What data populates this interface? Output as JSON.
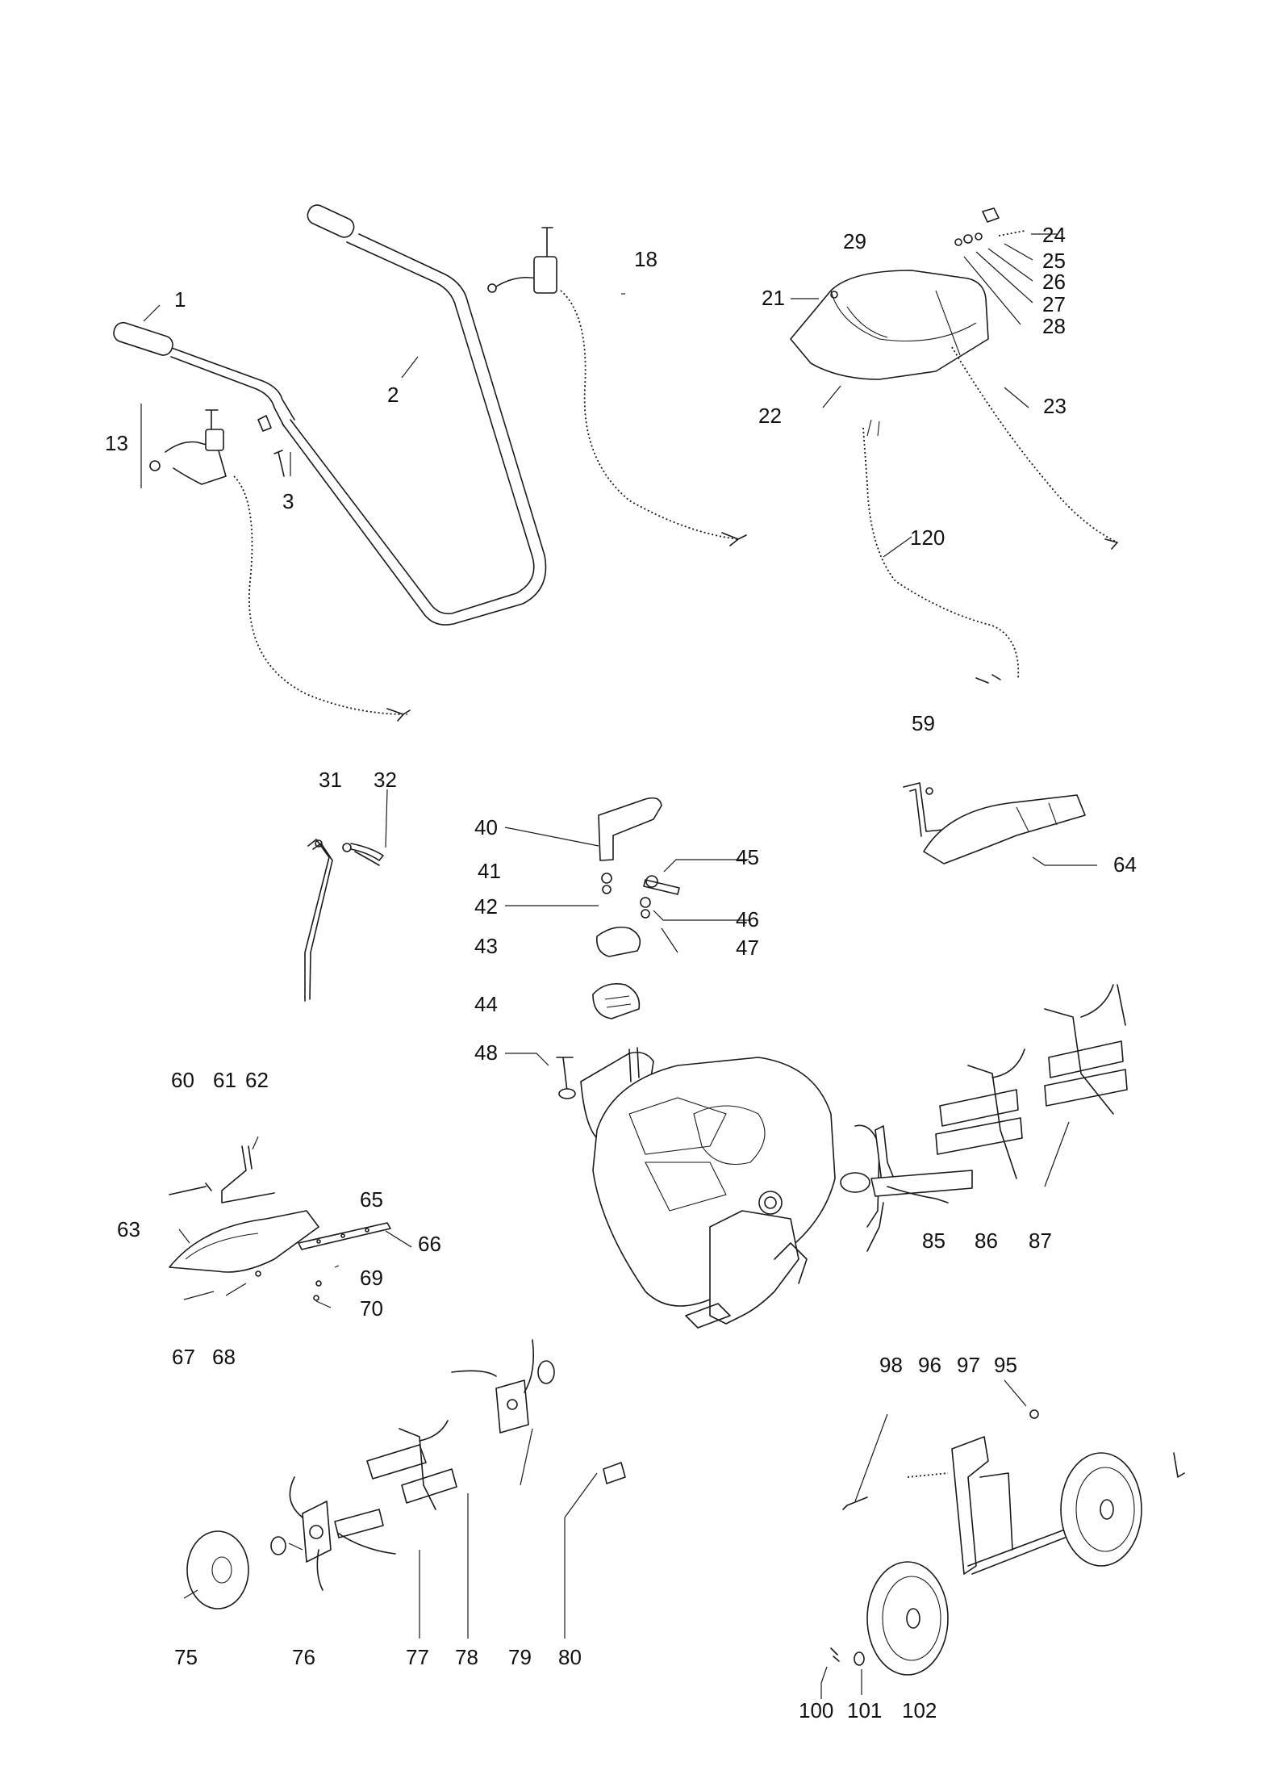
{
  "labels": {
    "p1": "1",
    "p2": "2",
    "p3": "3",
    "p13": "13",
    "p18": "18",
    "p21": "21",
    "p22": "22",
    "p23": "23",
    "p24": "24",
    "p25": "25",
    "p26": "26",
    "p27": "27",
    "p28": "28",
    "p29": "29",
    "p59": "59",
    "p120": "120",
    "p31": "31",
    "p32": "32",
    "p40": "40",
    "p41": "41",
    "p42": "42",
    "p43": "43",
    "p44": "44",
    "p45": "45",
    "p46": "46",
    "p47": "47",
    "p48": "48",
    "p64": "64",
    "p60": "60",
    "p61": "61",
    "p62": "62",
    "p63": "63",
    "p65": "65",
    "p66": "66",
    "p67": "67",
    "p68": "68",
    "p69": "69",
    "p70": "70",
    "p85": "85",
    "p86": "86",
    "p87": "87",
    "p75": "75",
    "p76": "76",
    "p77": "77",
    "p78": "78",
    "p79": "79",
    "p80": "80",
    "p98": "98",
    "p96": "96",
    "p97": "97",
    "p95": "95",
    "p100": "100",
    "p101": "101",
    "p102": "102"
  }
}
